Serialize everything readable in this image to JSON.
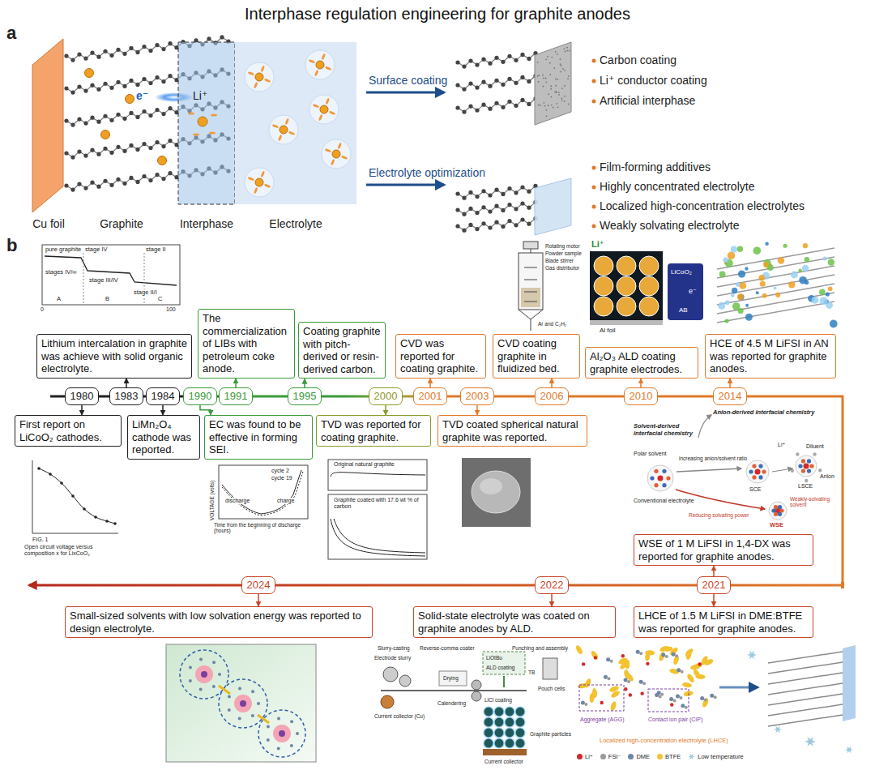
{
  "diagram": {
    "title": "Interphase regulation engineering for graphite anodes",
    "nodes": [
      {
        "text": [
          "1980"
        ]
      },
      {
        "text": [
          "First report on LiCoO₂ cathodes."
        ]
      },
      {
        "text": [
          "1983"
        ]
      },
      {
        "text": [
          "Lithium intercalation in graphite was achieve with solid organic electrolyte."
        ]
      },
      {
        "text": [
          "1984"
        ]
      },
      {
        "text": [
          "LiMn₂O₄ cathode was reported."
        ]
      },
      {
        "text": [
          "1990"
        ]
      },
      {
        "text": [
          "EC was found to be effective in forming SEI."
        ]
      },
      {
        "text": [
          "1991"
        ]
      },
      {
        "text": [
          "The commercialization of LIBs with petroleum coke anode."
        ]
      },
      {
        "text": [
          "1995"
        ]
      },
      {
        "text": [
          "Coating graphite with pitch-derived or resin-derived carbon."
        ]
      },
      {
        "text": [
          "2000"
        ]
      },
      {
        "text": [
          "TVD was reported for coating graphite."
        ]
      },
      {
        "text": [
          "2001"
        ]
      },
      {
        "text": [
          "CVD was reported for coating graphite."
        ]
      },
      {
        "text": [
          "2003"
        ]
      },
      {
        "text": [
          "TVD coated spherical natural graphite was reported."
        ]
      },
      {
        "text": [
          "2006"
        ]
      },
      {
        "text": [
          "CVD coating graphite in fluidized bed."
        ]
      },
      {
        "text": [
          "2010"
        ]
      },
      {
        "text": [
          "Al₂O₃ ALD coating graphite electrodes."
        ]
      },
      {
        "text": [
          "2014"
        ]
      },
      {
        "text": [
          "HCE of 4.5 M LiFSI in AN was reported for graphite anodes."
        ]
      },
      {
        "text": [
          "2021"
        ]
      },
      {
        "text": [
          "WSE of 1 M LiFSI in 1,4-DX was reported for graphite anodes."
        ]
      },
      {
        "text": [
          "LHCE of 1.5 M LiFSI in DME:BTFE was reported for graphite anodes."
        ]
      },
      {
        "text": [
          "2022"
        ]
      },
      {
        "text": [
          "Solid-state electrolyte was coated on graphite anodes by ALD."
        ]
      },
      {
        "text": [
          "2024"
        ]
      },
      {
        "text": [
          "Small-sized solvents with low solvation energy was reported to design electrolyte."
        ]
      }
    ],
    "edges": [
      {
        "from": 0,
        "to": 1,
        "arrow": "to"
      },
      {
        "from": 2,
        "to": 3,
        "arrow": "to"
      },
      {
        "from": 4,
        "to": 5,
        "arrow": "to"
      },
      {
        "from": 6,
        "to": 7,
        "arrow": "to"
      },
      {
        "from": 8,
        "to": 9,
        "arrow": "to"
      },
      {
        "from": 10,
        "to": 11,
        "arrow": "to"
      },
      {
        "from": 12,
        "to": 13,
        "arrow": "to"
      },
      {
        "from": 14,
        "to": 15,
        "arrow": "to"
      },
      {
        "from": 16,
        "to": 17,
        "arrow": "to"
      },
      {
        "from": 18,
        "to": 19,
        "arrow": "to"
      },
      {
        "from": 20,
        "to": 21,
        "arrow": "to"
      },
      {
        "from": 22,
        "to": 23,
        "arrow": "to"
      },
      {
        "from": 24,
        "to": 25,
        "arrow": "to"
      },
      {
        "from": 24,
        "to": 26,
        "arrow": "to"
      },
      {
        "from": 27,
        "to": 28,
        "arrow": "to"
      },
      {
        "from": 29,
        "to": 30,
        "arrow": "to"
      }
    ],
    "labels": [
      "a",
      "Cu foil",
      "Graphite",
      "Interphase",
      "Electrolyte",
      "e⁻",
      "Li⁺",
      "Surface coating",
      "Electrolyte optimization",
      "Carbon coating",
      "Li⁺ conductor coating",
      "Artificial interphase",
      "Film-forming additives",
      "Highly concentrated electrolyte",
      "Localized high-concentration electrolytes",
      "Weakly solvating electrolyte",
      "b",
      "pure graphite",
      "stage IV",
      "stage II",
      "stages IV/∞",
      "stage III/IV",
      "stage II/I",
      "A",
      "B",
      "C",
      "0",
      "100",
      "FIG. 1",
      "Open circuit voltage versus composition x for LixCoO₂",
      "cycle 2",
      "cycle 19",
      "discharge",
      "charge",
      "VOLTAGE (volts)",
      "Time from the beginning of discharge (hours)",
      "Original natural graphite",
      "Graphite coated with 17.6 wt % of carbon",
      "Rotating motor",
      "Powder sample",
      "Blade stirrer",
      "Gas distributor",
      "Ar and C₂H₂",
      "Li⁺",
      "Al foil",
      "e⁻",
      "LiCoO₂",
      "AB",
      "Anion-derived interfacial chemistry",
      "Solvent-derived interfacial chemistry",
      "Diluent",
      "Li⁺",
      "Anion",
      "Polar solvent",
      "Conventional electrolyte",
      "increasing anion/solvent ratio",
      "SCE",
      "LSCE",
      "Reducing solvating power",
      "Weakly-solvating solvent",
      "WSE",
      "Slurry-casting",
      "Reverse-comma coater",
      "Electrode slurry",
      "Current collector (Cu)",
      "Drying",
      "Calendering",
      "LiOtBu",
      "ALD coating",
      "TB",
      "Punching and assembly",
      "Pouch cells",
      "LiCl coating",
      "Graphite particles",
      "Current collector",
      "Aggregate (AGG)",
      "Contact ion pair (CIP)",
      "Localized high-concentration electrolyte (LHCE)"
    ],
    "legend": [
      {
        "text": "Li⁺",
        "color": "#d62828"
      },
      {
        "text": "FSI⁻",
        "color": "#9a9a9a"
      },
      {
        "text": "DME",
        "color": "#6f86a6"
      },
      {
        "text": "BTFE",
        "color": "#f2c230"
      },
      {
        "text": "Low temperature"
      }
    ]
  }
}
